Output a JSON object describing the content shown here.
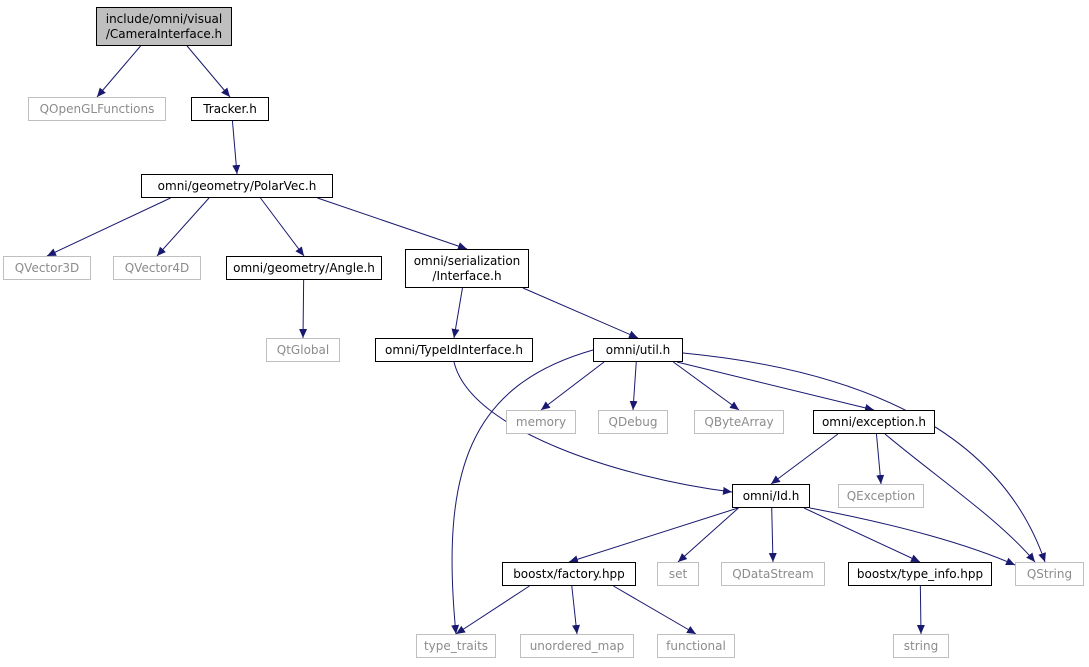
{
  "diagram": {
    "type": "include-dependency-graph",
    "colors": {
      "edge": "#191970",
      "focus_fill": "#bfbfbf",
      "node_border": "#000000",
      "external_border": "#bfbfbf",
      "external_text": "#8c8c8c"
    },
    "nodes": [
      {
        "id": "n_camera",
        "lines": [
          "include/omni/visual",
          "/CameraInterface.h"
        ],
        "kind": "focus"
      },
      {
        "id": "n_qopengl",
        "lines": [
          "QOpenGLFunctions"
        ],
        "kind": "external"
      },
      {
        "id": "n_tracker",
        "lines": [
          "Tracker.h"
        ],
        "kind": "internal"
      },
      {
        "id": "n_polarvec",
        "lines": [
          "omni/geometry/PolarVec.h"
        ],
        "kind": "internal"
      },
      {
        "id": "n_qvector3d",
        "lines": [
          "QVector3D"
        ],
        "kind": "external"
      },
      {
        "id": "n_qvector4d",
        "lines": [
          "QVector4D"
        ],
        "kind": "external"
      },
      {
        "id": "n_angle",
        "lines": [
          "omni/geometry/Angle.h"
        ],
        "kind": "internal"
      },
      {
        "id": "n_serial",
        "lines": [
          "omni/serialization",
          "/Interface.h"
        ],
        "kind": "internal"
      },
      {
        "id": "n_qtglobal",
        "lines": [
          "QtGlobal"
        ],
        "kind": "external"
      },
      {
        "id": "n_typeid",
        "lines": [
          "omni/TypeIdInterface.h"
        ],
        "kind": "internal"
      },
      {
        "id": "n_util",
        "lines": [
          "omni/util.h"
        ],
        "kind": "internal"
      },
      {
        "id": "n_memory",
        "lines": [
          "memory"
        ],
        "kind": "external"
      },
      {
        "id": "n_qdebug",
        "lines": [
          "QDebug"
        ],
        "kind": "external"
      },
      {
        "id": "n_qbytearray",
        "lines": [
          "QByteArray"
        ],
        "kind": "external"
      },
      {
        "id": "n_exception",
        "lines": [
          "omni/exception.h"
        ],
        "kind": "internal"
      },
      {
        "id": "n_id",
        "lines": [
          "omni/Id.h"
        ],
        "kind": "internal"
      },
      {
        "id": "n_qexception",
        "lines": [
          "QException"
        ],
        "kind": "external"
      },
      {
        "id": "n_factory",
        "lines": [
          "boostx/factory.hpp"
        ],
        "kind": "internal"
      },
      {
        "id": "n_set",
        "lines": [
          "set"
        ],
        "kind": "external"
      },
      {
        "id": "n_qdatastream",
        "lines": [
          "QDataStream"
        ],
        "kind": "external"
      },
      {
        "id": "n_typeinfo",
        "lines": [
          "boostx/type_info.hpp"
        ],
        "kind": "internal"
      },
      {
        "id": "n_qstring",
        "lines": [
          "QString"
        ],
        "kind": "external"
      },
      {
        "id": "n_typetraits",
        "lines": [
          "type_traits"
        ],
        "kind": "external"
      },
      {
        "id": "n_unordered",
        "lines": [
          "unordered_map"
        ],
        "kind": "external"
      },
      {
        "id": "n_functional",
        "lines": [
          "functional"
        ],
        "kind": "external"
      },
      {
        "id": "n_string",
        "lines": [
          "string"
        ],
        "kind": "external"
      }
    ],
    "edges": [
      [
        "n_camera",
        "n_qopengl"
      ],
      [
        "n_camera",
        "n_tracker"
      ],
      [
        "n_tracker",
        "n_polarvec"
      ],
      [
        "n_polarvec",
        "n_qvector3d"
      ],
      [
        "n_polarvec",
        "n_qvector4d"
      ],
      [
        "n_polarvec",
        "n_angle"
      ],
      [
        "n_polarvec",
        "n_serial"
      ],
      [
        "n_angle",
        "n_qtglobal"
      ],
      [
        "n_serial",
        "n_typeid"
      ],
      [
        "n_serial",
        "n_util"
      ],
      [
        "n_typeid",
        "n_id"
      ],
      [
        "n_util",
        "n_typetraits"
      ],
      [
        "n_util",
        "n_memory"
      ],
      [
        "n_util",
        "n_qdebug"
      ],
      [
        "n_util",
        "n_qbytearray"
      ],
      [
        "n_util",
        "n_exception"
      ],
      [
        "n_util",
        "n_qstring"
      ],
      [
        "n_exception",
        "n_id"
      ],
      [
        "n_exception",
        "n_qexception"
      ],
      [
        "n_exception",
        "n_qstring"
      ],
      [
        "n_id",
        "n_factory"
      ],
      [
        "n_id",
        "n_set"
      ],
      [
        "n_id",
        "n_qdatastream"
      ],
      [
        "n_id",
        "n_typeinfo"
      ],
      [
        "n_id",
        "n_qstring"
      ],
      [
        "n_factory",
        "n_typetraits"
      ],
      [
        "n_factory",
        "n_unordered"
      ],
      [
        "n_factory",
        "n_functional"
      ],
      [
        "n_typeinfo",
        "n_string"
      ]
    ]
  }
}
